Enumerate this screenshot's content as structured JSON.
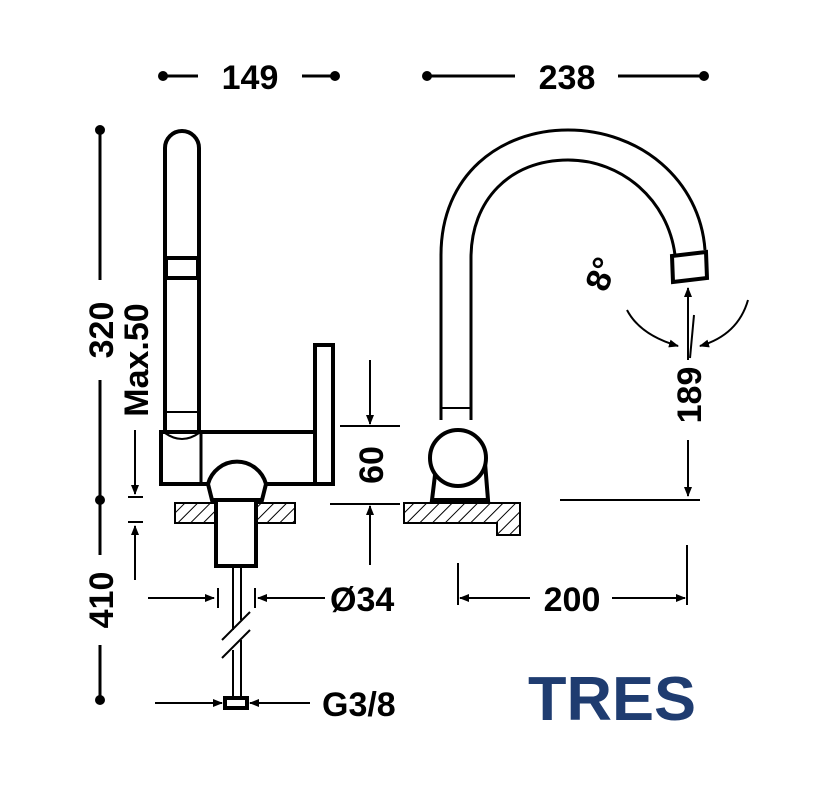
{
  "dimensions": {
    "width_side": "149",
    "width_front": "238",
    "height_total": "320",
    "handle_travel": "Max.50",
    "below_counter": "410",
    "body_height": "60",
    "spout_height": "189",
    "spout_angle": "8°",
    "stem_diameter": "Ø34",
    "connection": "G3/8",
    "spout_reach": "200"
  },
  "logo": {
    "text": "TRES",
    "color": "#1f3c70"
  }
}
